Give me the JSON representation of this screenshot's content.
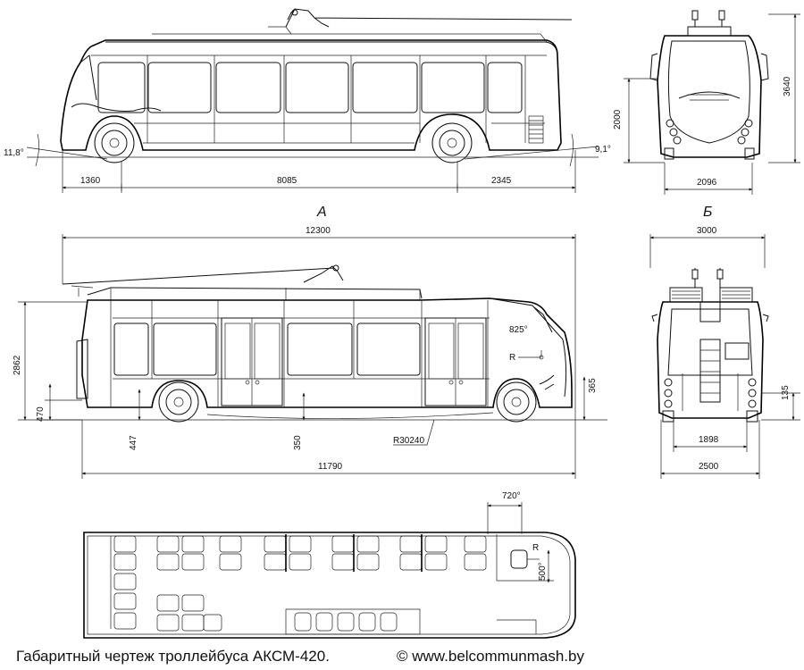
{
  "caption": {
    "title": "Габаритный чертеж троллейбуса АКСМ-420.",
    "copyright": "© www.belcommunmash.by"
  },
  "views": {
    "side_label": "А",
    "rear_label": "Б"
  },
  "top_side": {
    "angle_front": "11,8°",
    "angle_rear": "9,1°",
    "overhang_front": "1360",
    "wheelbase": "8085",
    "overhang_rear": "2345"
  },
  "front_view": {
    "height_total": "3640",
    "height_mirror": "2000",
    "track_front": "2096"
  },
  "side_view": {
    "length_poles": "12300",
    "length_body": "11790",
    "height_body": "2862",
    "height_step_rear": "470",
    "height_floor_rear": "447",
    "height_floor_mid": "350",
    "height_front": "365",
    "radius_turn": "R30240",
    "radius_label": "R",
    "door_angle": "825°"
  },
  "rear_view": {
    "width_poles": "3000",
    "track_rear": "1898",
    "width_body": "2500",
    "height_rear": "135"
  },
  "plan_view": {
    "door_width": "720°",
    "seat_pitch": "500°",
    "radius_label": "R"
  }
}
